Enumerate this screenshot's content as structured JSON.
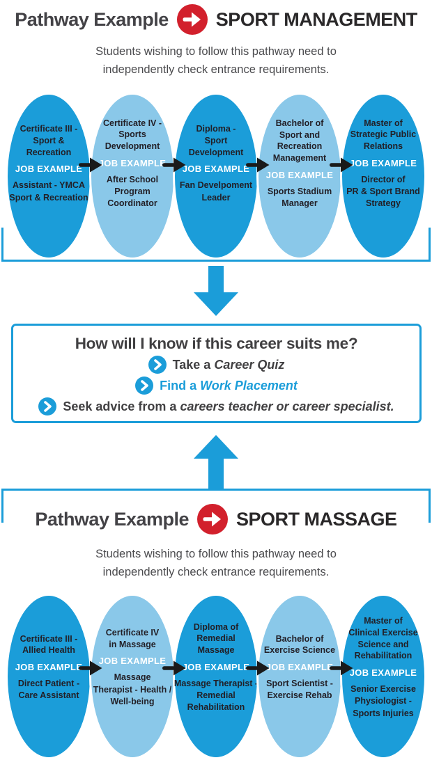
{
  "colors": {
    "blue": "#1B9DD9",
    "light_blue": "#8AC8E9",
    "red": "#D2202C",
    "arrow_black": "#1A1A1A",
    "heading_gray": "#434246",
    "title_black": "#2A2829",
    "ellipse_text": "#221F26",
    "white": "#FFFFFF"
  },
  "sections": [
    {
      "header": {
        "prefix": "Pathway Example",
        "title": "SPORT MANAGEMENT"
      },
      "note": "Students wishing to follow this pathway need to\nindependently check entrance requirements.",
      "steps": [
        {
          "tone": "dark",
          "qualification": "Certificate III -\nSport &\nRecreation",
          "job_label": "JOB EXAMPLE",
          "job": "Assistant - YMCA\nSport & Recreation"
        },
        {
          "tone": "light",
          "qualification": "Certificate IV -\nSports\nDevelopment",
          "job_label": "JOB EXAMPLE",
          "job": "After School\nProgram\nCoordinator"
        },
        {
          "tone": "dark",
          "qualification": "Diploma -\nSport\nDevelopment",
          "job_label": "JOB EXAMPLE",
          "job": "Fan Develpoment\nLeader"
        },
        {
          "tone": "light",
          "qualification": "Bachelor of\nSport and\nRecreation\nManagement",
          "job_label": "JOB EXAMPLE",
          "job": "Sports Stadium\nManager"
        },
        {
          "tone": "dark",
          "qualification": "Master of\nStrategic Public\nRelations",
          "job_label": "JOB EXAMPLE",
          "job": "Director of\nPR & Sport Brand\nStrategy"
        }
      ]
    },
    {
      "header": {
        "prefix": "Pathway Example",
        "title": "SPORT MASSAGE"
      },
      "note": "Students wishing to follow this pathway need to\nindependently check entrance requirements.",
      "steps": [
        {
          "tone": "dark",
          "qualification": "Certificate III -\nAllied Health",
          "job_label": "JOB EXAMPLE",
          "job": "Direct Patient -\nCare Assistant"
        },
        {
          "tone": "light",
          "qualification": "Certificate IV\nin Massage",
          "job_label": "JOB EXAMPLE",
          "job": "Massage\nTherapist - Health /\nWell-being"
        },
        {
          "tone": "dark",
          "qualification": "Diploma of\nRemedial\nMassage",
          "job_label": "JOB EXAMPLE",
          "job": "Massage Therapist -\nRemedial\nRehabilitation"
        },
        {
          "tone": "light",
          "qualification": "Bachelor of\nExercise Science",
          "job_label": "JOB EXAMPLE",
          "job": "Sport Scientist -\nExercise Rehab"
        },
        {
          "tone": "dark",
          "qualification": "Master of\nClinical Exercise\nScience and\nRehabilitation",
          "job_label": "JOB EXAMPLE",
          "job": "Senior Exercise\nPhysiologist -\nSports Injuries"
        }
      ]
    }
  ],
  "career_box": {
    "title": "How will I know if this career suits me?",
    "items": [
      {
        "prefix": "Take a ",
        "highlight": "Career Quiz",
        "tone": "dark"
      },
      {
        "prefix": "Find a ",
        "highlight": "Work Placement",
        "tone": "blue"
      },
      {
        "prefix": "Seek advice from a ",
        "highlight": "careers teacher or career specialist.",
        "tone": "dark"
      }
    ]
  }
}
